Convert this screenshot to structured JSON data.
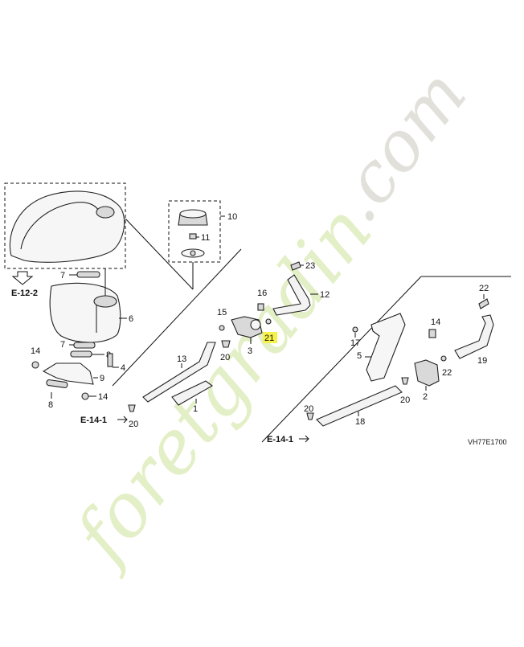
{
  "diagram": {
    "code": "VH77E1700",
    "refs": {
      "e12_2": "E-12-2",
      "e14_1_left": "E-14-1",
      "e14_1_right": "E-14-1"
    },
    "callouts": {
      "c1": "1",
      "c2": "2",
      "c3": "3",
      "c4": "4",
      "c5": "5",
      "c6": "6",
      "c7a": "7",
      "c7b": "7",
      "c8a": "8",
      "c8b": "8",
      "c9": "9",
      "c10": "10",
      "c11": "11",
      "c12": "12",
      "c13": "13",
      "c14a": "14",
      "c14b": "14",
      "c14c": "14",
      "c15": "15",
      "c16": "16",
      "c17": "17",
      "c18": "18",
      "c19": "19",
      "c20a": "20",
      "c20b": "20",
      "c20c": "20",
      "c20d": "20",
      "c21": "21",
      "c22a": "22",
      "c22b": "22",
      "c23": "23"
    },
    "highlight_color": "#f7f24a"
  },
  "watermark": {
    "brand_main": "foretgradin",
    "brand_suffix": ".com",
    "colors": {
      "green": "#e3efc6",
      "orange": "#f8dcb8",
      "grey": "#e2e0da"
    }
  }
}
